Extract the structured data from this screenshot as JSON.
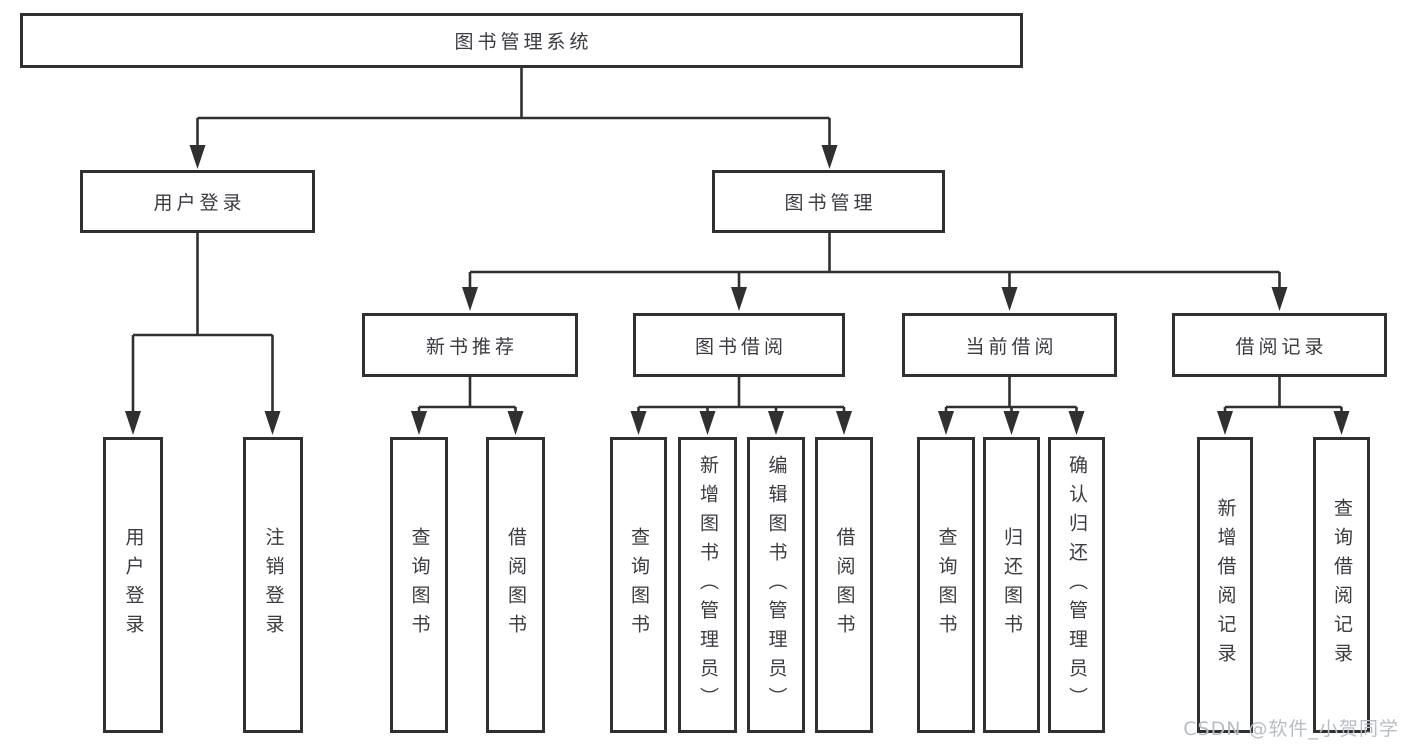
{
  "tree": {
    "root": "图书管理系统",
    "login": {
      "label": "用户登录",
      "leaves": [
        "用户登录",
        "注销登录"
      ]
    },
    "management": {
      "label": "图书管理",
      "modules": [
        {
          "label": "新书推荐",
          "leaves": [
            "查询图书",
            "借阅图书"
          ]
        },
        {
          "label": "图书借阅",
          "leaves": [
            "查询图书",
            "新增图书（管理员）",
            "编辑图书（管理员）",
            "借阅图书"
          ]
        },
        {
          "label": "当前借阅",
          "leaves": [
            "查询图书",
            "归还图书",
            "确认归还（管理员）"
          ]
        },
        {
          "label": "借阅记录",
          "leaves": [
            "新增借阅记录",
            "查询借阅记录"
          ]
        }
      ]
    }
  },
  "watermark": {
    "text": "CSDN @软件_小贺同学"
  },
  "colors": {
    "line": "#303030",
    "text": "#3b3b42",
    "watermark": "#b9bdc4",
    "background": "#ffffff"
  }
}
